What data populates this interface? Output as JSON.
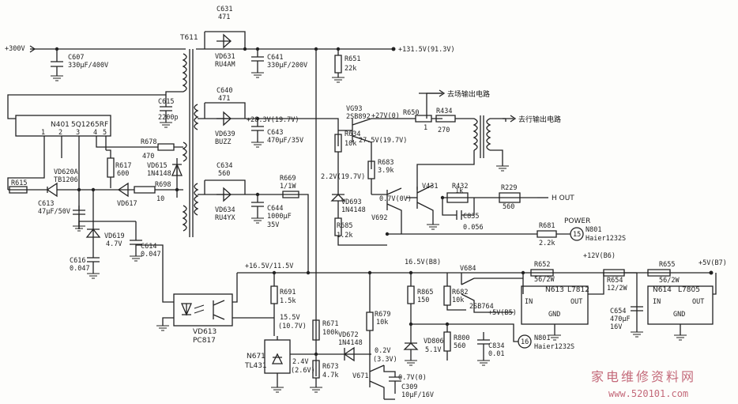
{
  "rails": {
    "v300": "+300V",
    "v131": "+131.5V(91.3V)",
    "v16": "+16.5V/11.5V",
    "v12": "+12V(B6)",
    "v5": "+5V(B7)",
    "v5b5": "+5V(B5)",
    "v28": "+28.3V(19.7V)",
    "v27": "+27V(0)",
    "v16b8": "16.5V(B8)"
  },
  "ics": {
    "n401": "N401",
    "n401_part": "5Q1265RF",
    "n401_pins": [
      "1",
      "2",
      "3",
      "4",
      "5"
    ],
    "n613": "N613",
    "n613_part": "L7812",
    "n614": "N614",
    "n614_part": "L7805",
    "in": "IN",
    "out": "OUT",
    "gnd": "GND",
    "n671": "N671",
    "n671_part": "TL431",
    "vd613": "VD613",
    "vd613_part": "PC817"
  },
  "transformer": {
    "t611": "T611"
  },
  "capacitors": {
    "c607": [
      "C607",
      "330μF/400V"
    ],
    "c631": [
      "C631",
      "471"
    ],
    "c641": [
      "C641",
      "330μF/200V"
    ],
    "c615": [
      "C615",
      "2200p"
    ],
    "c640": [
      "C640",
      "471"
    ],
    "c643": [
      "C643",
      "470μF/35V"
    ],
    "c634": [
      "C634",
      "560"
    ],
    "c644": [
      "C644",
      "1000μF",
      "35V"
    ],
    "c613": [
      "C613",
      "47μF/50V"
    ],
    "c614": [
      "C614",
      "0.047"
    ],
    "c616": [
      "C616",
      "0.047"
    ],
    "c654": [
      "C654",
      "470μF",
      "16V"
    ],
    "c835": [
      "C835",
      "0.056"
    ],
    "c834": [
      "C834",
      "0.01"
    ],
    "c309": [
      "C309",
      "10μF/16V"
    ]
  },
  "resistors": {
    "r651": [
      "R651",
      "22k"
    ],
    "r650": [
      "R650",
      "1"
    ],
    "r434": [
      "R434",
      "270"
    ],
    "r634": [
      "R634",
      "10k"
    ],
    "r683": [
      "R683",
      "3.9k"
    ],
    "r678": [
      "R678",
      "470"
    ],
    "r617": [
      "R617",
      "600"
    ],
    "r698": [
      "R698",
      "10"
    ],
    "r615": [
      "R615"
    ],
    "r669": [
      "R669",
      "1/1W"
    ],
    "r432": [
      "R432",
      "1k"
    ],
    "r229": [
      "R229",
      "560"
    ],
    "r685": [
      "R685",
      "1.2k"
    ],
    "r681": [
      "R681",
      "2.2k"
    ],
    "r652": [
      "R652",
      "56/2W"
    ],
    "r654": [
      "R654",
      "12/2W"
    ],
    "r655": [
      "R655",
      "56/2W"
    ],
    "r691": [
      "R691",
      "1.5k"
    ],
    "r671": [
      "R671",
      "100k"
    ],
    "r673": [
      "R673",
      "4.7k"
    ],
    "r679": [
      "R679",
      "10k"
    ],
    "r865": [
      "R865",
      "150"
    ],
    "r682": [
      "R682",
      "10k"
    ],
    "r800": [
      "R800",
      "560"
    ]
  },
  "diodes": {
    "vd631": [
      "VD631",
      "RU4AM"
    ],
    "vd639": [
      "VD639",
      "BUZZ"
    ],
    "vd634": [
      "VD634",
      "RU4YX"
    ],
    "vd620a": [
      "VD620A",
      "TB1206"
    ],
    "vd615": [
      "VD615",
      "1N4148"
    ],
    "vd617": [
      "VD617"
    ],
    "vd619": [
      "VD619",
      "4.7V"
    ],
    "vd693": [
      "VD693",
      "1N4148"
    ],
    "vd672": [
      "VD672",
      "1N4148"
    ],
    "vd806": [
      "VD806",
      "5.1V"
    ]
  },
  "transistors": {
    "vg93": [
      "VG93",
      "2SB892"
    ],
    "v431": [
      "V431"
    ],
    "v692": [
      "V692"
    ],
    "v684": [
      "V684",
      "2SB764"
    ],
    "v671": [
      "V671"
    ]
  },
  "volts": {
    "v275": "27.5V(19.7V)",
    "v22": "2.2V(19.7V)",
    "v07": "0.7V(0V)",
    "v155": "15.5V",
    "v107": "(10.7V)",
    "v24": "2.4V",
    "v26": "(2.6V)",
    "v02": "0.2V",
    "v33": "(3.3V)",
    "v07b": "0.7V(0)"
  },
  "outputs": {
    "field": "去场输出电路",
    "line": "去行输出电路",
    "hout": "H OUT",
    "power": "POWER",
    "n801a": "N801",
    "n801a_part": "Haier1232S",
    "n801b": "N801",
    "n801b_part": "Haier1232S",
    "p15": "15",
    "p16": "16"
  },
  "watermark": {
    "cn": "家电维修资料网",
    "url": "www.520101.com"
  }
}
